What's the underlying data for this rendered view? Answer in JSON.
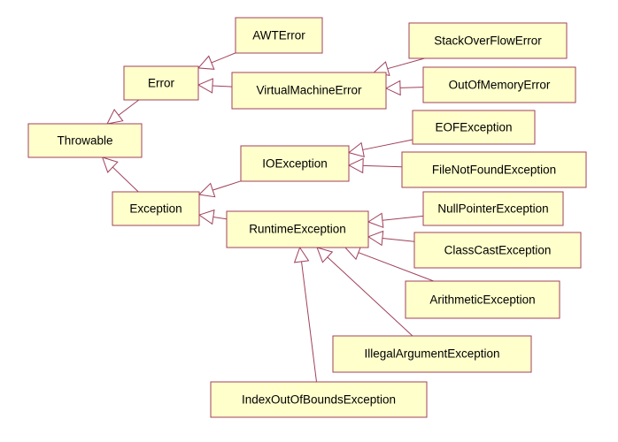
{
  "colors": {
    "box_fill": "#FFFFCC",
    "box_stroke": "#A0405A",
    "edge_stroke": "#A0405A",
    "arrow_fill": "#FFFFFF"
  },
  "nodes": {
    "awterror": "AWTError",
    "error": "Error",
    "virtualmachineerror": "VirtualMachineError",
    "stackoverflowerror": "StackOverFlowError",
    "outofmemoryerror": "OutOfMemoryError",
    "throwable": "Throwable",
    "eofexception": "EOFException",
    "ioexception": "IOException",
    "filenotfoundexception": "FileNotFoundException",
    "exception": "Exception",
    "nullpointerexception": "NullPointerException",
    "runtimeexception": "RuntimeException",
    "classcastexception": "ClassCastException",
    "arithmeticexception": "ArithmeticException",
    "illegalargumentexception": "IllegalArgumentException",
    "indexoutofboundsexception": "IndexOutOfBoundsException"
  },
  "edges": [
    {
      "from": "awterror",
      "to": "error"
    },
    {
      "from": "virtualmachineerror",
      "to": "error"
    },
    {
      "from": "stackoverflowerror",
      "to": "virtualmachineerror"
    },
    {
      "from": "outofmemoryerror",
      "to": "virtualmachineerror"
    },
    {
      "from": "error",
      "to": "throwable"
    },
    {
      "from": "exception",
      "to": "throwable"
    },
    {
      "from": "ioexception",
      "to": "exception"
    },
    {
      "from": "runtimeexception",
      "to": "exception"
    },
    {
      "from": "eofexception",
      "to": "ioexception"
    },
    {
      "from": "filenotfoundexception",
      "to": "ioexception"
    },
    {
      "from": "nullpointerexception",
      "to": "runtimeexception"
    },
    {
      "from": "classcastexception",
      "to": "runtimeexception"
    },
    {
      "from": "arithmeticexception",
      "to": "runtimeexception"
    },
    {
      "from": "illegalargumentexception",
      "to": "runtimeexception"
    },
    {
      "from": "indexoutofboundsexception",
      "to": "runtimeexception"
    }
  ]
}
